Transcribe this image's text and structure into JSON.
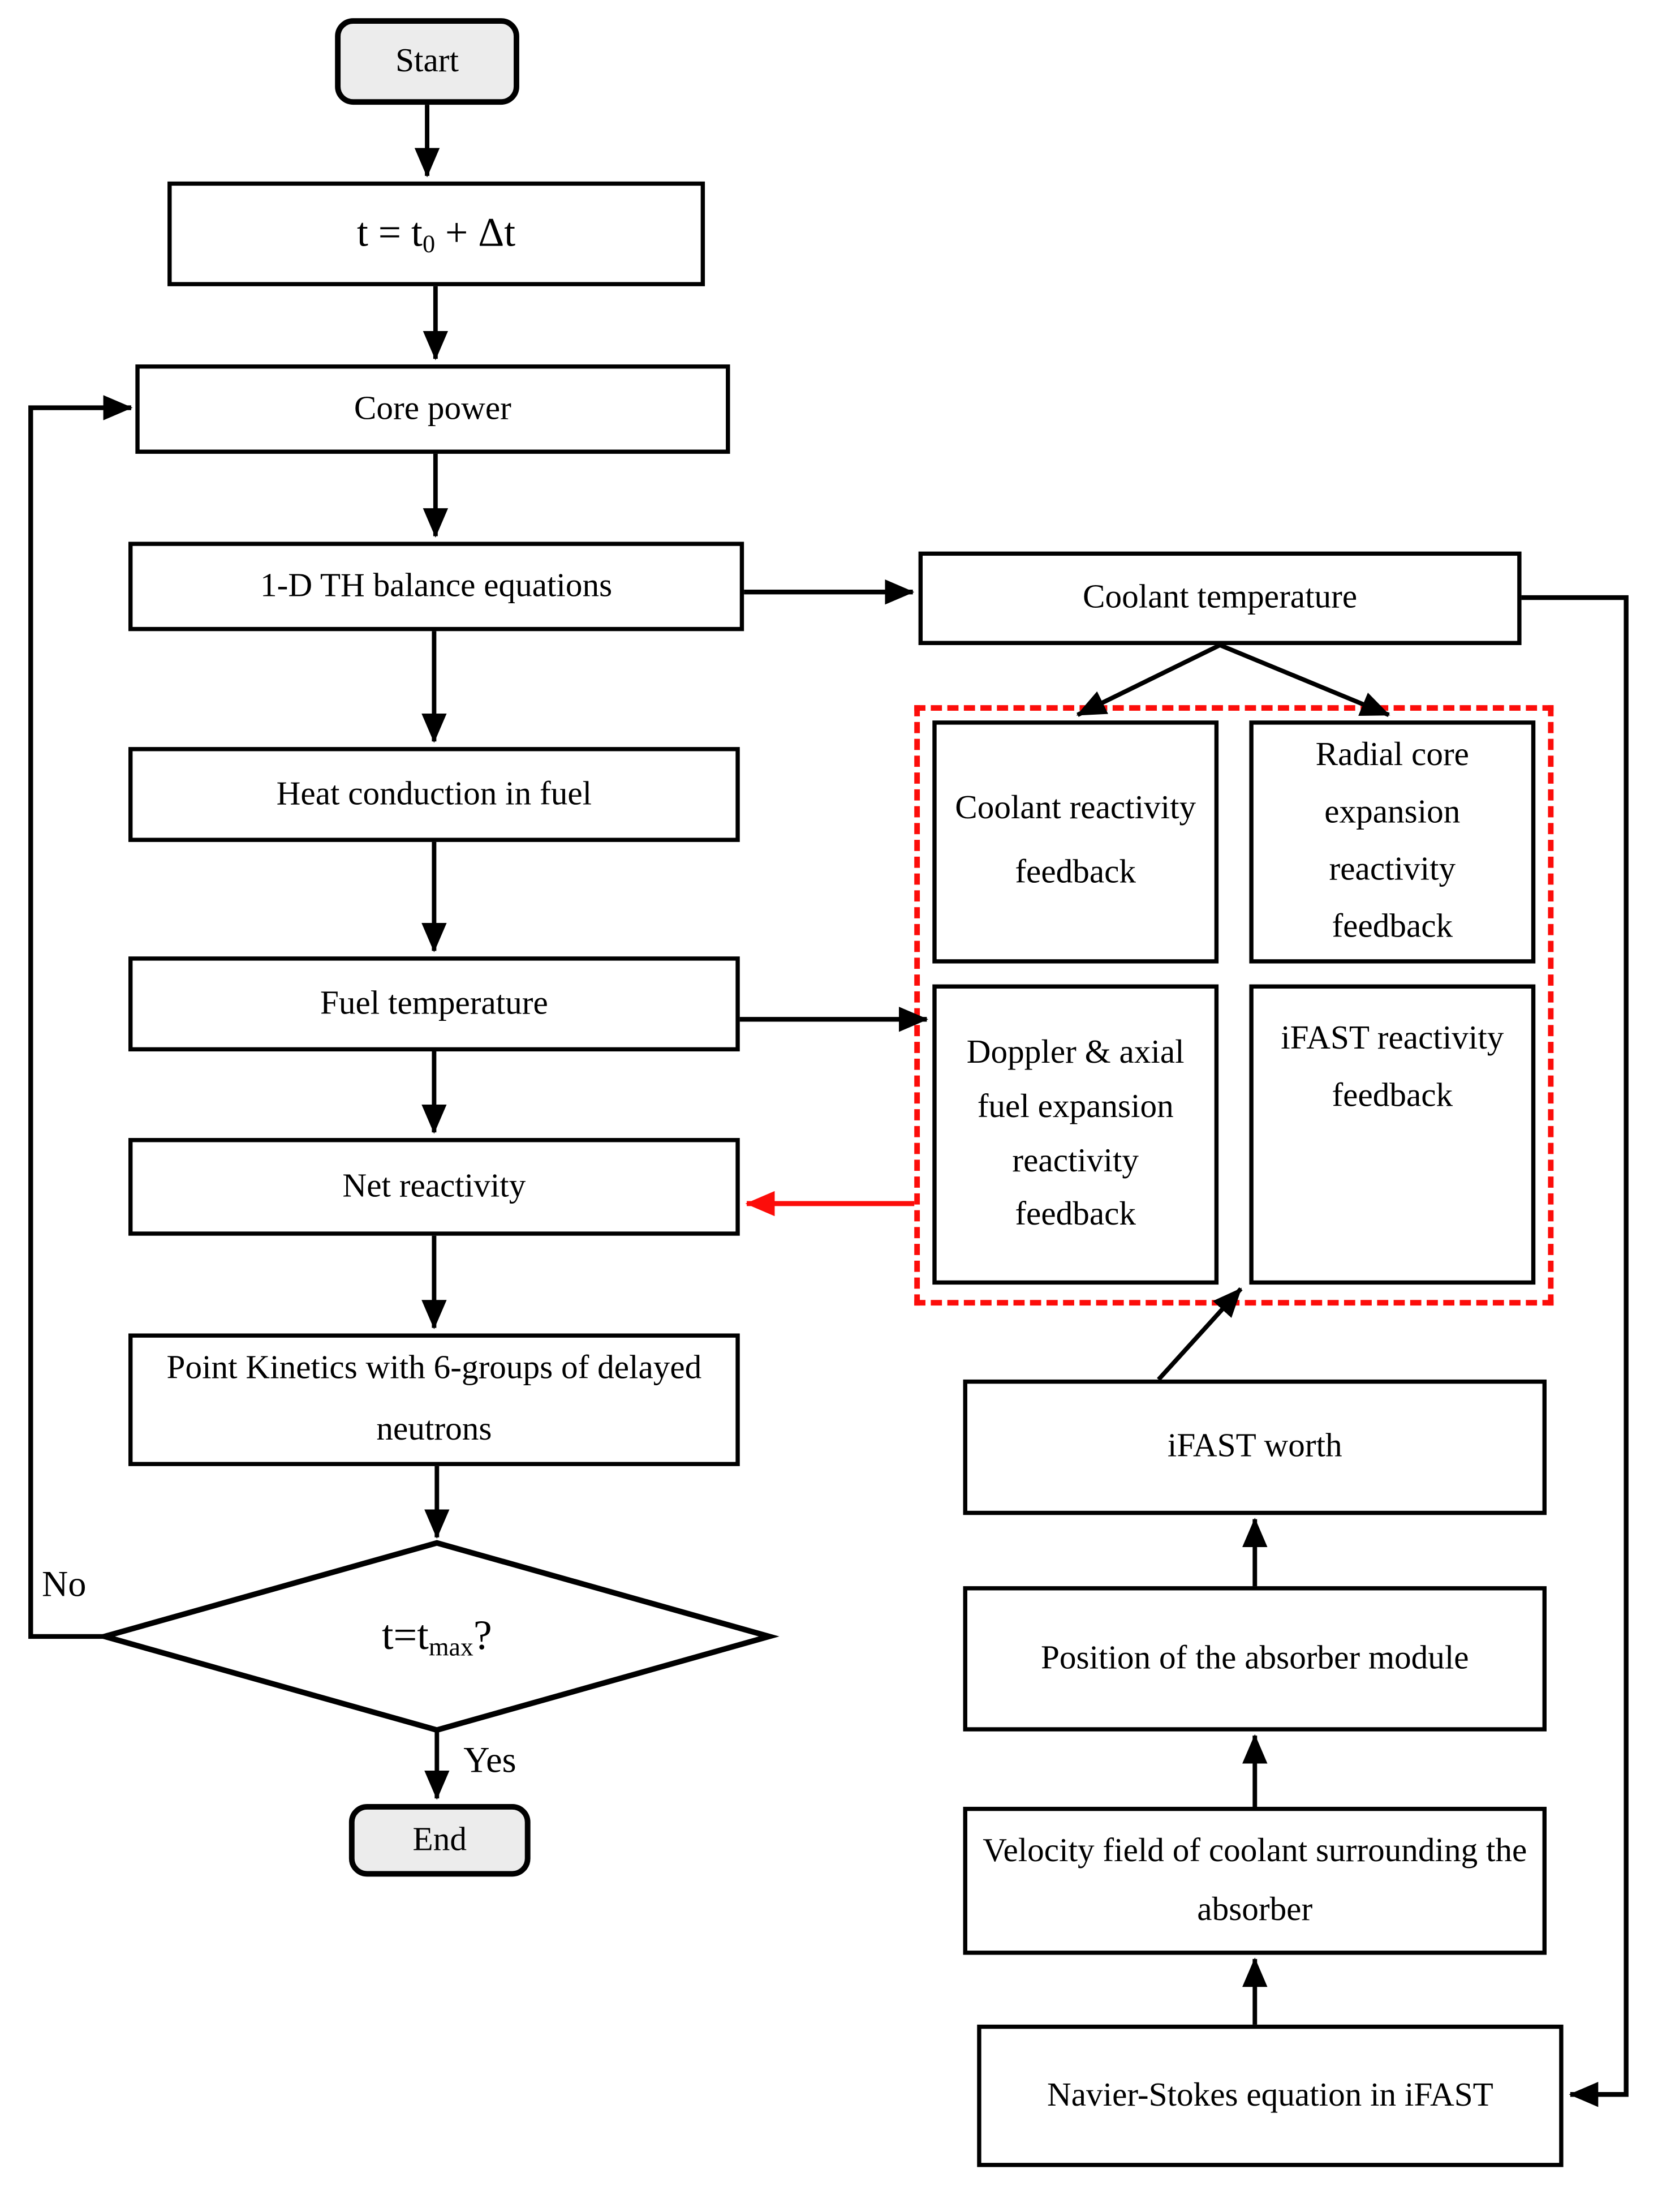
{
  "diagram": {
    "nodes": {
      "start": {
        "label": "Start"
      },
      "time_update": {
        "prefix": "t = t",
        "sub": "0",
        "suffix": " + Δt"
      },
      "core_power": {
        "label": "Core power"
      },
      "th_balance": {
        "label": "1-D TH balance equations"
      },
      "heat_conduction": {
        "label": "Heat conduction in fuel"
      },
      "fuel_temperature": {
        "label": "Fuel temperature"
      },
      "net_reactivity": {
        "label": "Net reactivity"
      },
      "point_kinetics": {
        "label": "Point Kinetics with 6-groups of delayed neutrons"
      },
      "decision": {
        "prefix": "t=t",
        "sub": "max",
        "suffix": "?"
      },
      "end": {
        "label": "End"
      },
      "coolant_temperature": {
        "label": "Coolant temperature"
      },
      "coolant_feedback": {
        "label": "Coolant reactivity feedback"
      },
      "radial_feedback": {
        "label": "Radial core expansion reactivity feedback"
      },
      "doppler_feedback": {
        "label": "Doppler & axial fuel expansion reactivity feedback"
      },
      "ifast_feedback": {
        "label": "iFAST reactivity feedback"
      },
      "ifast_worth": {
        "label": "iFAST worth"
      },
      "absorber_position": {
        "label": "Position of the absorber module"
      },
      "velocity_field": {
        "label": "Velocity field of coolant surrounding the absorber"
      },
      "navier_stokes": {
        "label": "Navier-Stokes equation in iFAST"
      }
    },
    "edge_labels": {
      "yes": "Yes",
      "no": "No"
    },
    "colors": {
      "line": "#000000",
      "red_accent": "#fc0d0a",
      "box_fill": "#ffffff",
      "terminator_fill": "#ececec"
    }
  }
}
